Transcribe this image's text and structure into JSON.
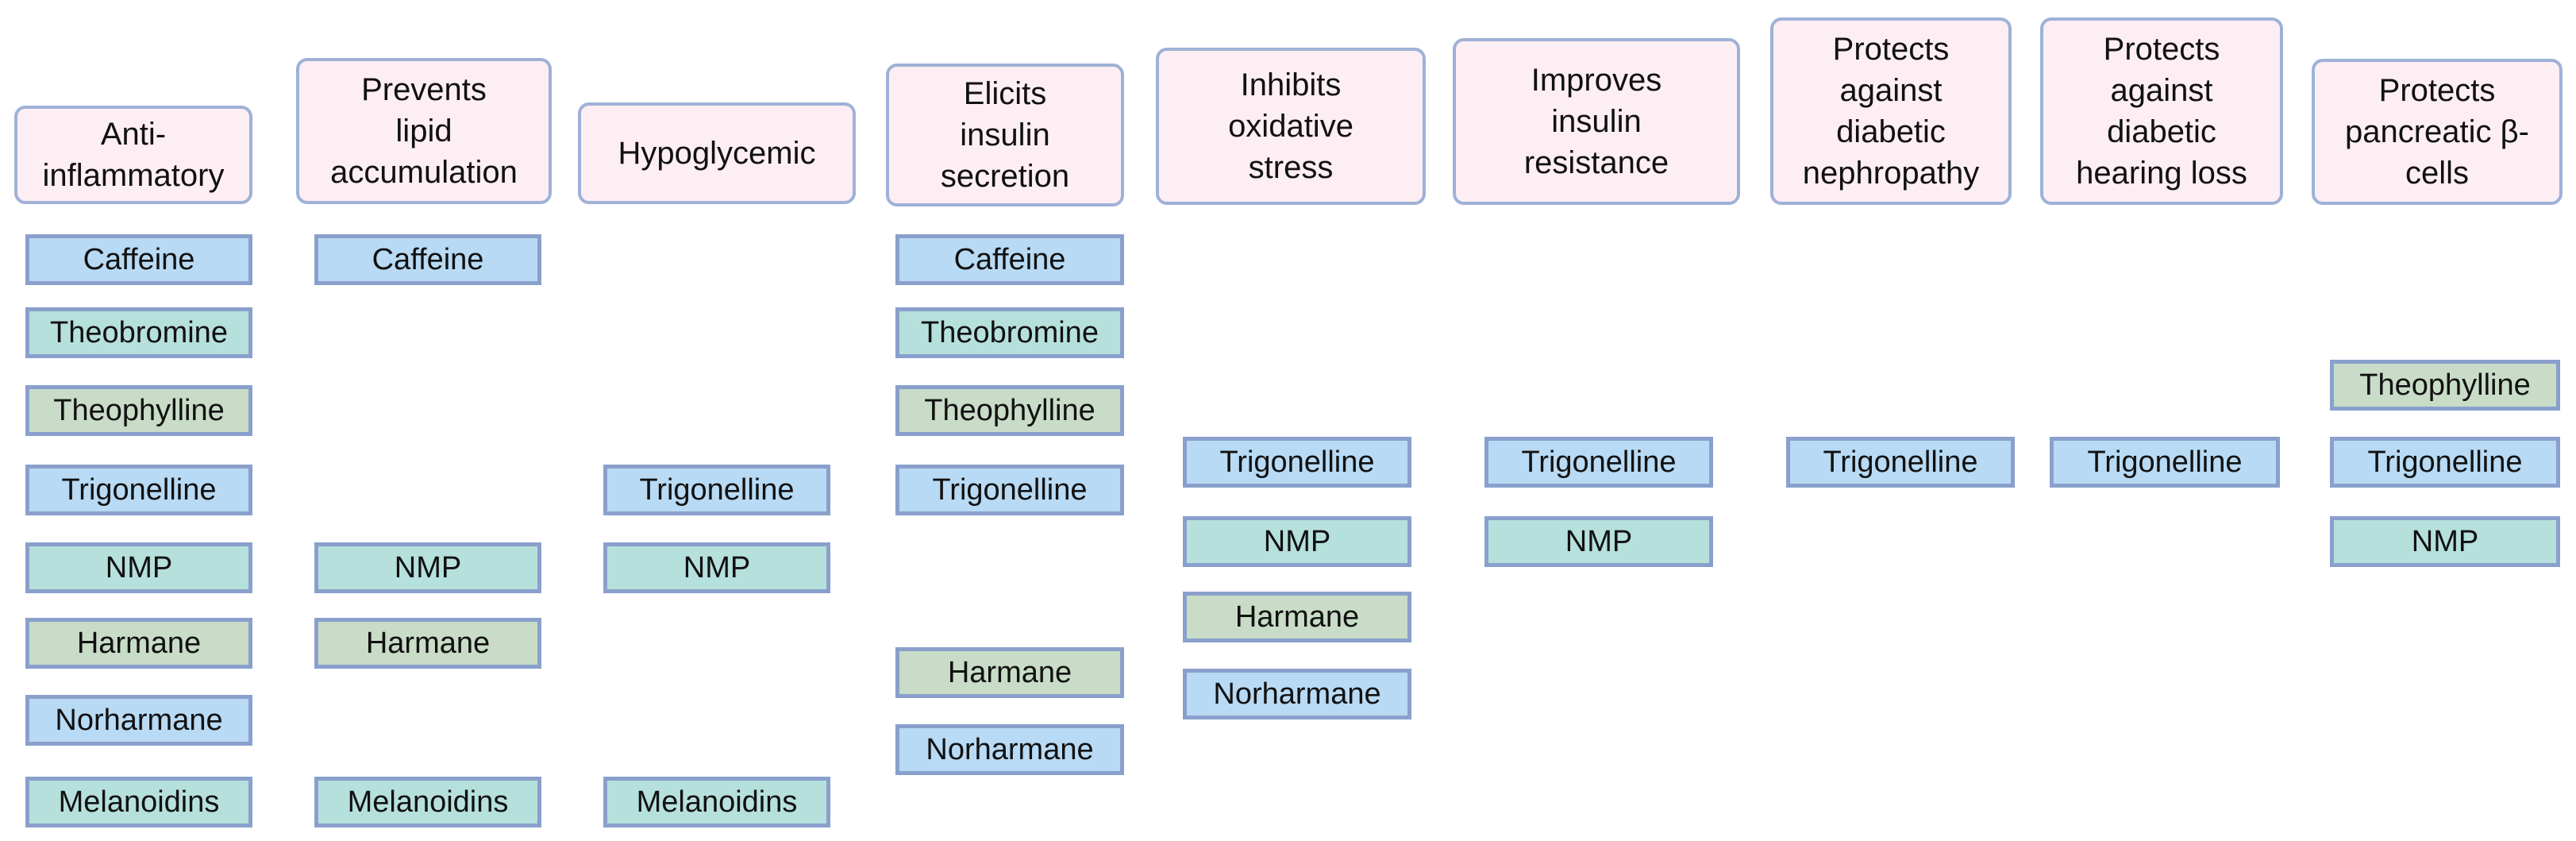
{
  "colors": {
    "header_fill": "#fdeef4",
    "header_border": "#9fb1d6",
    "chip_border": "#8aa0cc",
    "blue": "#b8daf4",
    "teal": "#b6e0dc",
    "sage": "#c8dcc8"
  },
  "columns": [
    {
      "header_lines": [
        "Anti-",
        "inflammatory"
      ],
      "items": [
        {
          "label": "Caffeine",
          "color": "blue"
        },
        {
          "label": "Theobromine",
          "color": "teal"
        },
        {
          "label": "Theophylline",
          "color": "sage"
        },
        {
          "label": "Trigonelline",
          "color": "blue"
        },
        {
          "label": "NMP",
          "color": "teal"
        },
        {
          "label": "Harmane",
          "color": "sage"
        },
        {
          "label": "Norharmane",
          "color": "blue"
        },
        {
          "label": "Melanoidins",
          "color": "teal"
        }
      ]
    },
    {
      "header_lines": [
        "Prevents",
        "lipid",
        "accumulation"
      ],
      "items": [
        {
          "label": "Caffeine",
          "color": "blue"
        },
        {
          "label": "NMP",
          "color": "teal"
        },
        {
          "label": "Harmane",
          "color": "sage"
        },
        {
          "label": "Melanoidins",
          "color": "teal"
        }
      ]
    },
    {
      "header_lines": [
        "Hypoglycemic"
      ],
      "items": [
        {
          "label": "Trigonelline",
          "color": "blue"
        },
        {
          "label": "NMP",
          "color": "teal"
        },
        {
          "label": "Melanoidins",
          "color": "teal"
        }
      ]
    },
    {
      "header_lines": [
        "Elicits",
        "insulin",
        "secretion"
      ],
      "items": [
        {
          "label": "Caffeine",
          "color": "blue"
        },
        {
          "label": "Theobromine",
          "color": "teal"
        },
        {
          "label": "Theophylline",
          "color": "sage"
        },
        {
          "label": "Trigonelline",
          "color": "blue"
        },
        {
          "label": "Harmane",
          "color": "sage"
        },
        {
          "label": "Norharmane",
          "color": "blue"
        }
      ]
    },
    {
      "header_lines": [
        "Inhibits",
        "oxidative",
        "stress"
      ],
      "items": [
        {
          "label": "Trigonelline",
          "color": "blue"
        },
        {
          "label": "NMP",
          "color": "teal"
        },
        {
          "label": "Harmane",
          "color": "sage"
        },
        {
          "label": "Norharmane",
          "color": "blue"
        }
      ]
    },
    {
      "header_lines": [
        "Improves",
        "insulin",
        "resistance"
      ],
      "items": [
        {
          "label": "Trigonelline",
          "color": "blue"
        },
        {
          "label": "NMP",
          "color": "teal"
        }
      ]
    },
    {
      "header_lines": [
        "Protects",
        "against",
        "diabetic",
        "nephropathy"
      ],
      "items": [
        {
          "label": "Trigonelline",
          "color": "blue"
        }
      ]
    },
    {
      "header_lines": [
        "Protects",
        "against",
        "diabetic",
        "hearing loss"
      ],
      "items": [
        {
          "label": "Trigonelline",
          "color": "blue"
        }
      ]
    },
    {
      "header_lines": [
        "Protects",
        "pancreatic β-",
        "cells"
      ],
      "items": [
        {
          "label": "Theophylline",
          "color": "sage"
        },
        {
          "label": "Trigonelline",
          "color": "blue"
        },
        {
          "label": "NMP",
          "color": "teal"
        }
      ]
    }
  ]
}
